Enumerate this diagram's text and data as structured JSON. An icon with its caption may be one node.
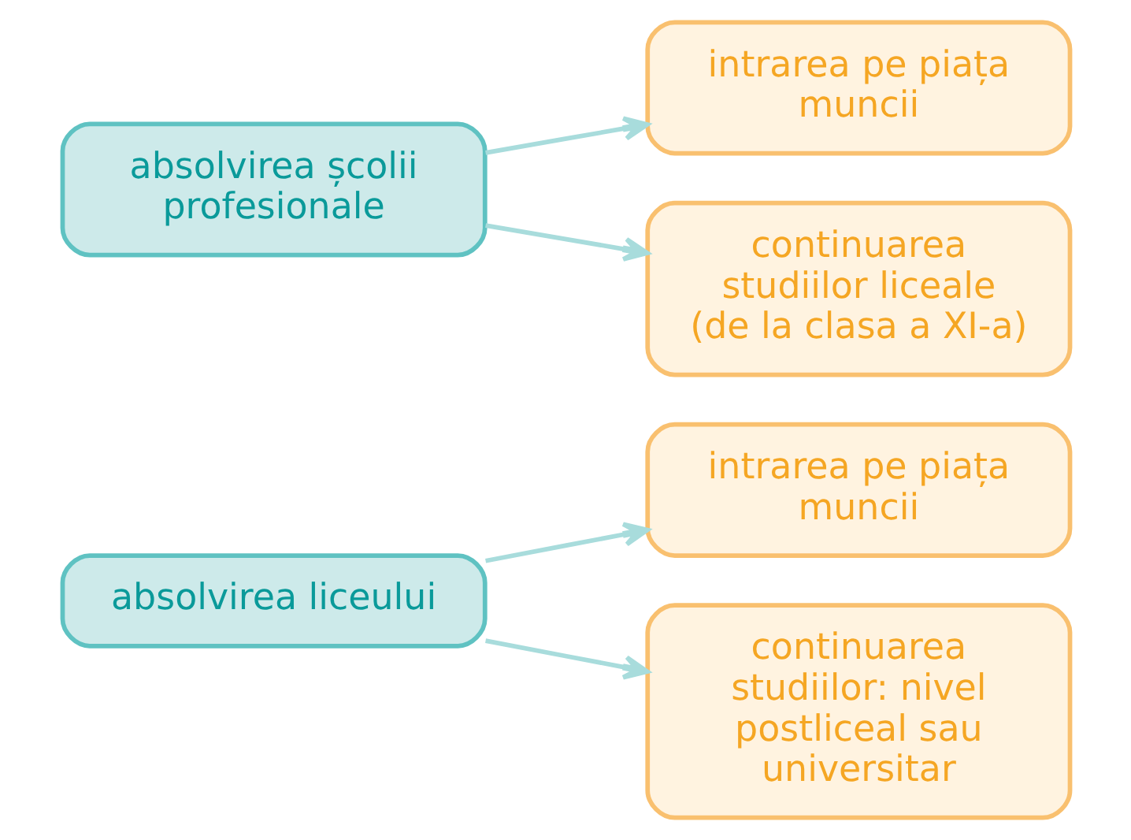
{
  "diagram": {
    "nodes": [
      {
        "text": [
          "absolvirea liceului"
        ]
      },
      {
        "text": [
          "intrarea pe piața muncii"
        ]
      },
      {
        "text": [
          "continuarea studiilor: nivel postliceal sau universitar"
        ]
      },
      {
        "text": [
          "absolvirea școlii profesionale"
        ]
      },
      {
        "text": [
          "intrarea pe piața muncii"
        ]
      },
      {
        "text": [
          "continuarea studiilor liceale (de la clasa a XI-a)"
        ]
      }
    ],
    "edges": [
      {
        "from": 0,
        "to": 1,
        "arrow": "to"
      },
      {
        "from": 0,
        "to": 2,
        "arrow": "to"
      },
      {
        "from": 3,
        "to": 4,
        "arrow": "to"
      },
      {
        "from": 3,
        "to": 5,
        "arrow": "to"
      }
    ]
  }
}
